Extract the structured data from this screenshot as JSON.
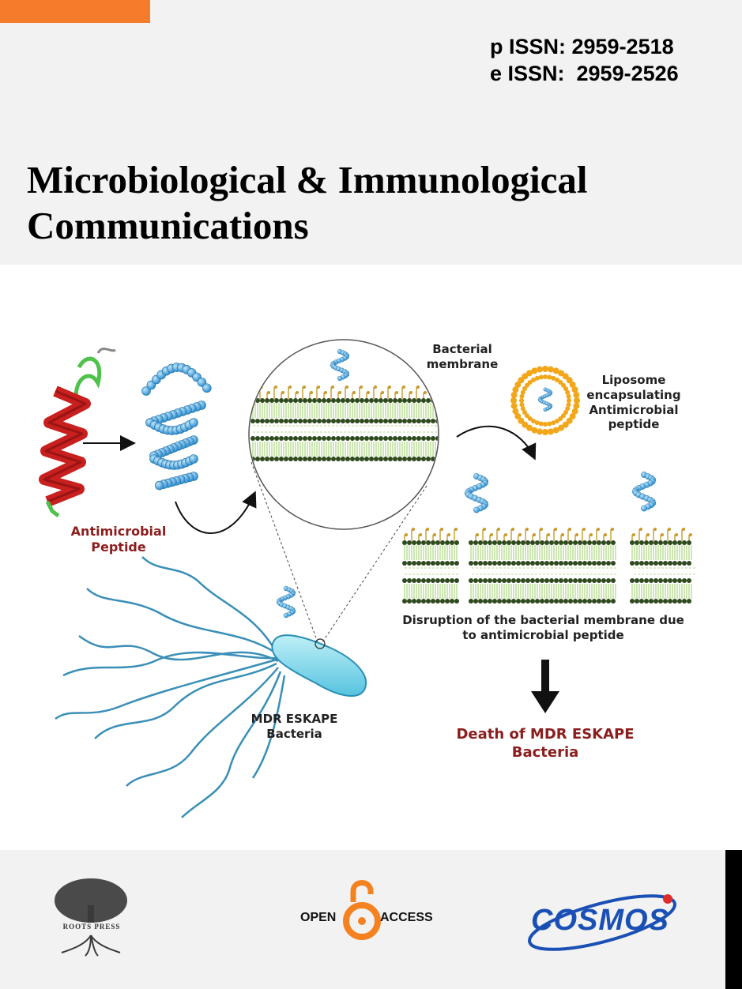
{
  "journal": {
    "p_issn": "p ISSN: 2959-2518",
    "e_issn": "e ISSN:  2959-2526",
    "title_line1": "Microbiological & Immunological",
    "title_line2": "Communications"
  },
  "figure": {
    "antimicrobial_peptide_line1": "Antimicrobial",
    "antimicrobial_peptide_line2": "Peptide",
    "bacterial_membrane_line1": "Bacterial",
    "bacterial_membrane_line2": "membrane",
    "liposome_line1": "Liposome",
    "liposome_line2": "encapsulating",
    "liposome_line3": "Antimicrobial",
    "liposome_line4": "peptide",
    "disruption_line1": "Disruption of the bacterial membrane due",
    "disruption_line2": "to antimicrobial peptide",
    "bacteria_line1": "MDR ESKAPE",
    "bacteria_line2": "Bacteria",
    "death_line1": "Death of MDR ESKAPE",
    "death_line2": "Bacteria"
  },
  "footer": {
    "publisher_logo": "ROOTS PRESS",
    "open_access_left": "OPEN",
    "open_access_right": "ACCESS",
    "cosmos_logo": "COSMOS"
  },
  "colors": {
    "accent_orange": "#f47c2a",
    "header_gray": "#f2f2f2",
    "label_red": "#8b1d1d",
    "peptide_blue": "#4aa8dc",
    "cosmos_blue": "#1a4fb5"
  },
  "icons": [
    "alpha-helix-icon",
    "peptide-chain-icon",
    "membrane-bilayer-icon",
    "liposome-icon",
    "bacterium-icon",
    "down-arrow-icon",
    "tree-logo-icon",
    "open-access-lock-icon",
    "cosmos-orbit-icon"
  ]
}
